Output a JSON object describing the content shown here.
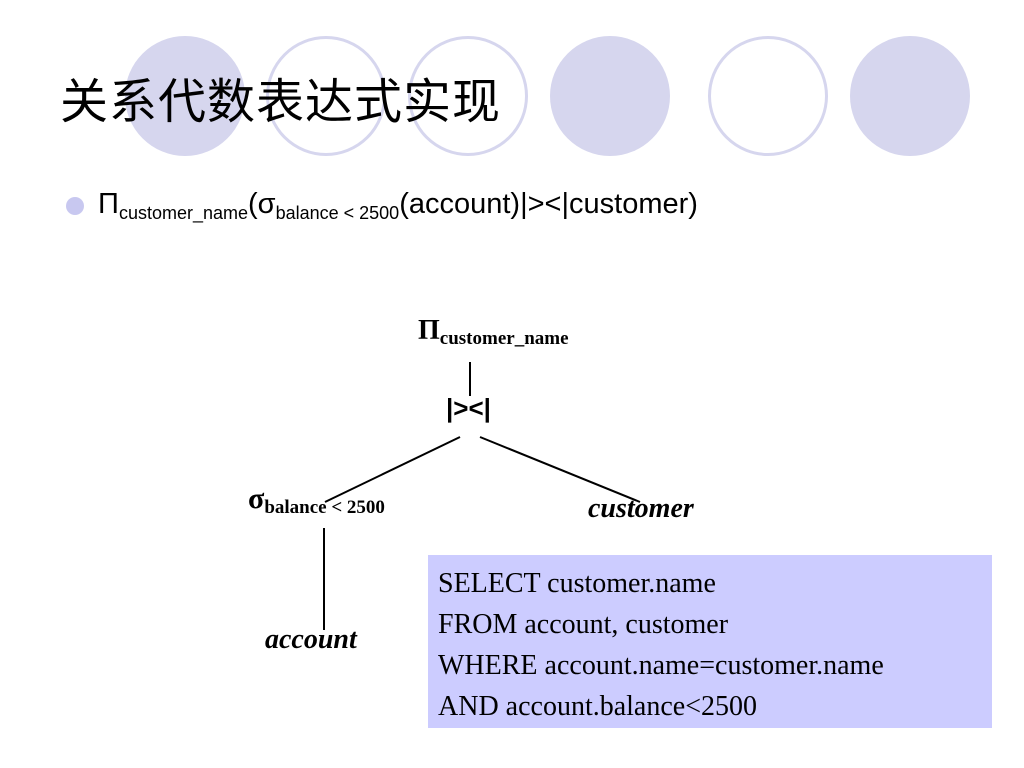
{
  "slide": {
    "title": "关系代数表达式实现"
  },
  "bullet": {
    "pi": "Π",
    "pi_sub": "customer_name",
    "open_sigma": "(σ",
    "sigma_sub": "balance < 2500",
    "rest": "(account)|><|customer)"
  },
  "tree": {
    "projection_symbol": "Π",
    "projection_sub": "customer_name",
    "join_symbol": "|><|",
    "selection_symbol": "σ",
    "selection_sub": "balance < 2500",
    "right_leaf": "customer",
    "left_leaf": "account"
  },
  "sql": {
    "lines": [
      "SELECT customer.name",
      "FROM account, customer",
      "WHERE account.name=customer.name",
      "AND account.balance<2500"
    ]
  },
  "colors": {
    "decor_circle": "#d6d6ee",
    "bullet": "#c8c8f0",
    "sql_box": "#ccccff"
  }
}
